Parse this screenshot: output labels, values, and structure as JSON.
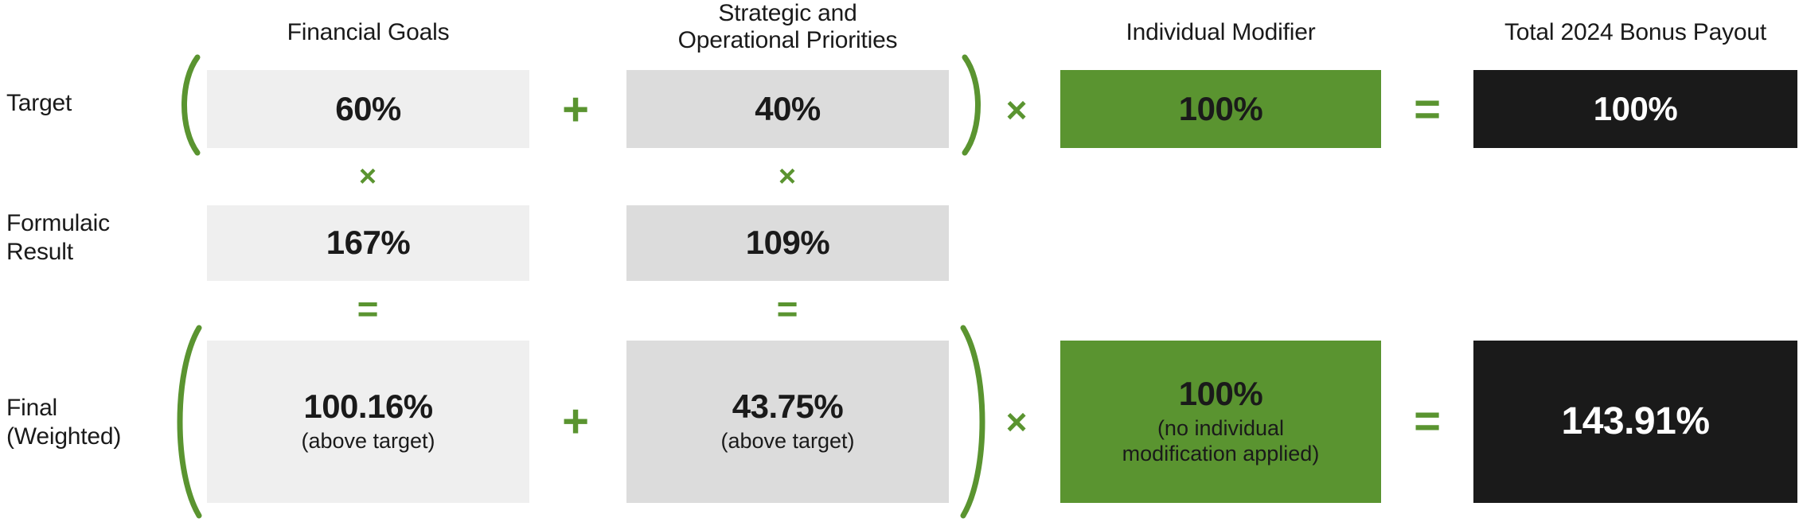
{
  "accent_green": "#5a9430",
  "box_light": "#efefef",
  "box_medium": "#dcdcdc",
  "box_black": "#1a1a1a",
  "headers": {
    "financial_goals": "Financial Goals",
    "strategic_line1": "Strategic and",
    "strategic_line2": "Operational Priorities",
    "individual_modifier": "Individual Modifier",
    "total_payout": "Total 2024 Bonus Payout"
  },
  "row_labels": {
    "target": "Target",
    "formulaic_line1": "Formulaic",
    "formulaic_line2": "Result",
    "final_line1": "Final",
    "final_line2": "(Weighted)"
  },
  "operators": {
    "plus": "+",
    "times": "×",
    "equals": "="
  },
  "rows": {
    "target": {
      "financial_goals": "60%",
      "strategic": "40%",
      "individual_modifier": "100%",
      "total": "100%"
    },
    "formulaic": {
      "financial_goals": "167%",
      "strategic": "109%"
    },
    "final": {
      "financial_goals_value": "100.16%",
      "financial_goals_note": "(above target)",
      "strategic_value": "43.75%",
      "strategic_note": "(above target)",
      "individual_modifier_value": "100%",
      "individual_modifier_note": "(no individual\nmodification applied)",
      "total": "143.91%"
    }
  },
  "chart_data": {
    "type": "table",
    "title": "2024 Bonus Payout Calculation",
    "columns": [
      "Financial Goals",
      "Strategic and Operational Priorities",
      "Individual Modifier",
      "Total 2024 Bonus Payout"
    ],
    "rows": [
      {
        "label": "Target",
        "financial_goals": 60,
        "strategic_operational": 40,
        "individual_modifier": 100,
        "total": 100
      },
      {
        "label": "Formulaic Result",
        "financial_goals": 167,
        "strategic_operational": 109,
        "individual_modifier": null,
        "total": null
      },
      {
        "label": "Final (Weighted)",
        "financial_goals": 100.16,
        "strategic_operational": 43.75,
        "individual_modifier": 100,
        "total": 143.91
      }
    ],
    "formula": "(Financial Goals + Strategic and Operational Priorities) × Individual Modifier = Total 2024 Bonus Payout"
  }
}
